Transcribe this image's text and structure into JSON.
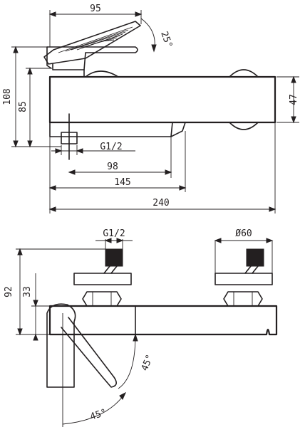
{
  "side_view": {
    "dims": {
      "handle_length": "95",
      "handle_angle": "25°",
      "height_total": "108",
      "height_body": "85",
      "body_depth": "47",
      "thread": "G1/2",
      "spout_reach": "98",
      "inlet_to_end": "145",
      "total_length": "240"
    }
  },
  "plan_view": {
    "dims": {
      "thread": "G1/2",
      "flange_diameter": "Ø60",
      "projection_total": "92",
      "projection_body": "33",
      "swivel_left": "45°",
      "swivel_right": "45°"
    }
  }
}
